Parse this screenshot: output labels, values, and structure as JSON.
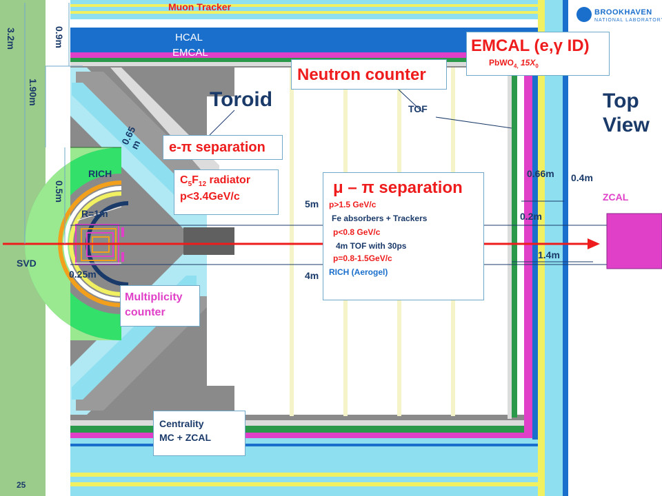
{
  "labels": {
    "muon_tracker": "Muon Tracker",
    "hcal": "HCAL",
    "emcal": "EMCAL",
    "toroid": "Toroid",
    "neutron_counter": "Neutron counter",
    "tof": "TOF",
    "top_view": "Top\nView",
    "rich": "RICH",
    "r1m": "R=1m",
    "svd": "SVD",
    "zcal": "ZCAL",
    "multiplicity_counter": "Multiplicity\ncounter",
    "centrality": "Centrality\nMC + ZCAL",
    "page_number": "25"
  },
  "emcal_box": {
    "title_pre": "EMCAL (e,",
    "title_sym": "γ",
    "title_post": " ID)",
    "subtitle_pre": "PbWO",
    "subtitle_sub": "4,",
    "subtitle_mid": " 15X",
    "subtitle_sub2": "0"
  },
  "e_pi_box": {
    "pre": "e-",
    "sym": "π",
    "post": " separation"
  },
  "c5f12_box": {
    "c": "C",
    "s1": "5",
    "f": "F",
    "s2": "12",
    "rest": " radiator",
    "line2": "p<3.4GeV/c"
  },
  "mu_pi_box": {
    "title": "μ – π separation",
    "line1": "p>1.5 GeV/c",
    "line2": "Fe absorbers + Trackers",
    "line3": "p<0.8 GeV/c",
    "line4": "4m TOF with 30ps",
    "line5": "p=0.8-1.5GeV/c",
    "line6": "RICH (Aerogel)"
  },
  "dimensions": {
    "d_3_2m": "3.2m",
    "d_0_9m": "0.9m",
    "d_1_90m": "1.90m",
    "d_0_5m": "0.5m",
    "d_0_65m": "0.65\nm",
    "d_0_25m": "0.25m",
    "d_5m": "5m",
    "d_4m": "4m",
    "d_0_66m": "0.66m",
    "d_0_4m": "0.4m",
    "d_0_2m": "0.2m",
    "d_1_4m": "1.4m"
  },
  "logo": {
    "line1": "BROOKHAVEN",
    "line2": "NATIONAL LABORATORY"
  },
  "colors": {
    "green_panel": "#9ccc8c",
    "blue": "#1a6fcc",
    "cyan": "#8ee0f0",
    "magenta": "#e040c8",
    "yellow": "#f0f060",
    "green": "#2a9a4a",
    "gray": "#8a8a8a",
    "red": "#ee1c1c",
    "navy": "#1a3a6a",
    "orange": "#f2a01c"
  }
}
